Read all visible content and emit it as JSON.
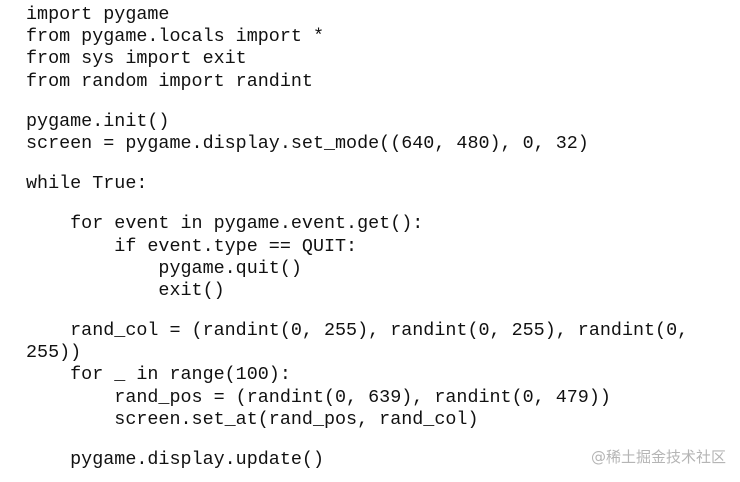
{
  "code": {
    "lines": [
      "import pygame",
      "from pygame.locals import *",
      "from sys import exit",
      "from random import randint",
      "",
      "pygame.init()",
      "screen = pygame.display.set_mode((640, 480), 0, 32)",
      "",
      "while True:",
      "",
      "    for event in pygame.event.get():",
      "        if event.type == QUIT:",
      "            pygame.quit()",
      "            exit()",
      "",
      "    rand_col = (randint(0, 255), randint(0, 255), randint(0,",
      "255))",
      "    for _ in range(100):",
      "        rand_pos = (randint(0, 639), randint(0, 479))",
      "        screen.set_at(rand_pos, rand_col)",
      "",
      "    pygame.display.update()"
    ]
  },
  "watermark": "@稀土掘金技术社区"
}
